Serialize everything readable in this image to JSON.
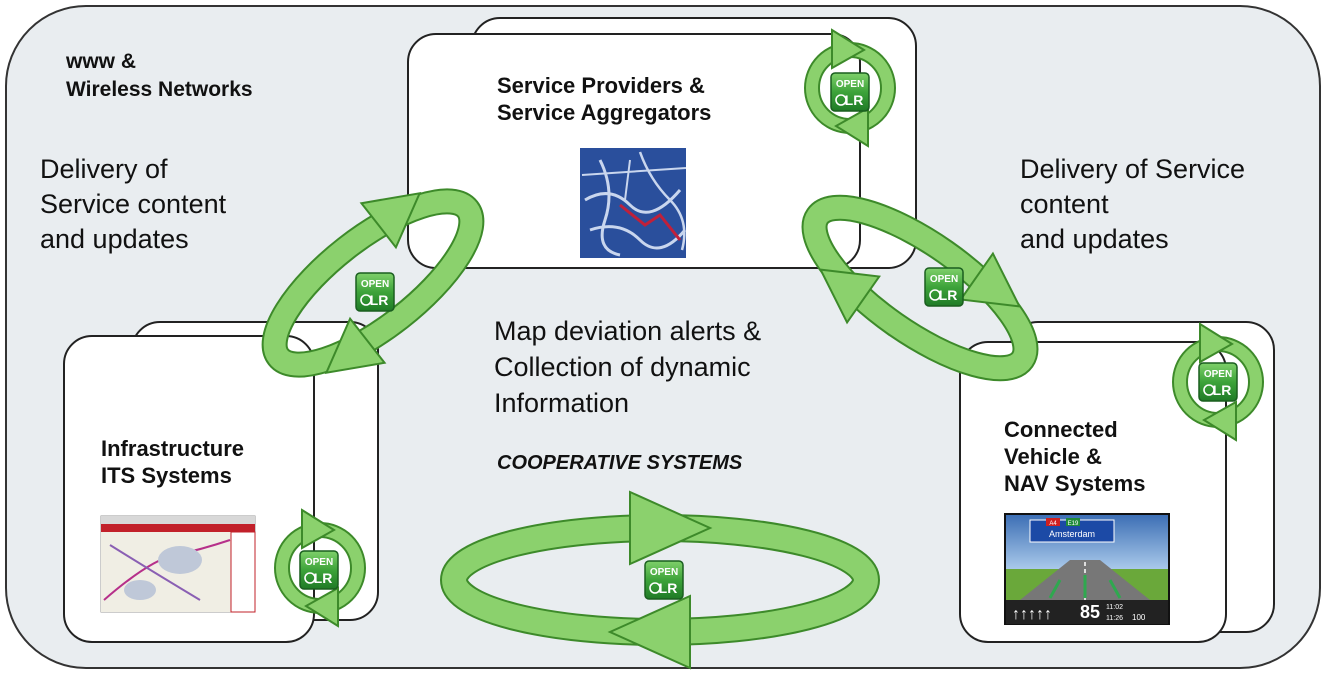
{
  "network": {
    "line1": "www &",
    "line2": "Wireless Networks"
  },
  "delivery_left": {
    "line1": "Delivery of",
    "line2": "Service content",
    "line3": "and updates"
  },
  "delivery_right": {
    "line1": "Delivery of Service",
    "line2": "content",
    "line3": "and updates"
  },
  "service_providers": {
    "line1": "Service Providers &",
    "line2": "Service Aggregators"
  },
  "infrastructure": {
    "line1": "Infrastructure",
    "line2": "ITS Systems"
  },
  "vehicle": {
    "line1": "Connected",
    "line2": "Vehicle &",
    "line3": "NAV Systems"
  },
  "map_alerts": {
    "line1": "Map deviation alerts &",
    "line2": "Collection of dynamic",
    "line3": "Information"
  },
  "cooperative": "COOPERATIVE SYSTEMS",
  "badge": {
    "top": "OPEN",
    "bottom": "LR"
  },
  "nav_screen": {
    "sign_left": "A4",
    "sign_right": "E19",
    "city": "Amsterdam",
    "speed": "85",
    "time1": "11:02",
    "time2": "11:26",
    "dist": "100"
  },
  "colors": {
    "background_panel": "#e9edf0",
    "arrow_fill": "#8bd16d",
    "arrow_stroke": "#3d8a2a",
    "badge_green": "#2f9a3a"
  }
}
